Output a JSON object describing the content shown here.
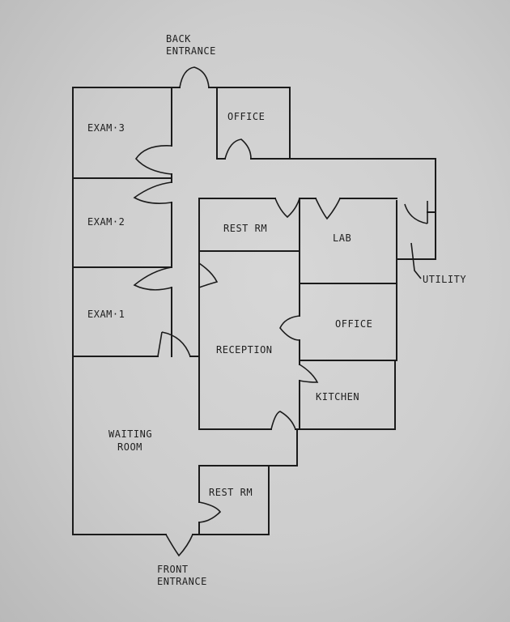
{
  "rooms": {
    "exam_3": "EXAM·3",
    "exam_2": "EXAM·2",
    "exam_1": "EXAM·1",
    "office_top": "OFFICE",
    "rest_rm_top": "REST RM",
    "lab": "LAB",
    "office_right": "OFFICE",
    "reception": "RECEPTION",
    "kitchen": "KITCHEN",
    "waiting_line1": "WAITING",
    "waiting_line2": "ROOM",
    "rest_rm_bottom": "REST RM"
  },
  "labels": {
    "back_line1": "BACK",
    "back_line2": "ENTRANCE",
    "front_line1": "FRONT",
    "front_line2": "ENTRANCE",
    "utility": "UTILITY"
  },
  "colors": {
    "ink": "#1b1b1b",
    "paper": "#d2d2d2"
  }
}
